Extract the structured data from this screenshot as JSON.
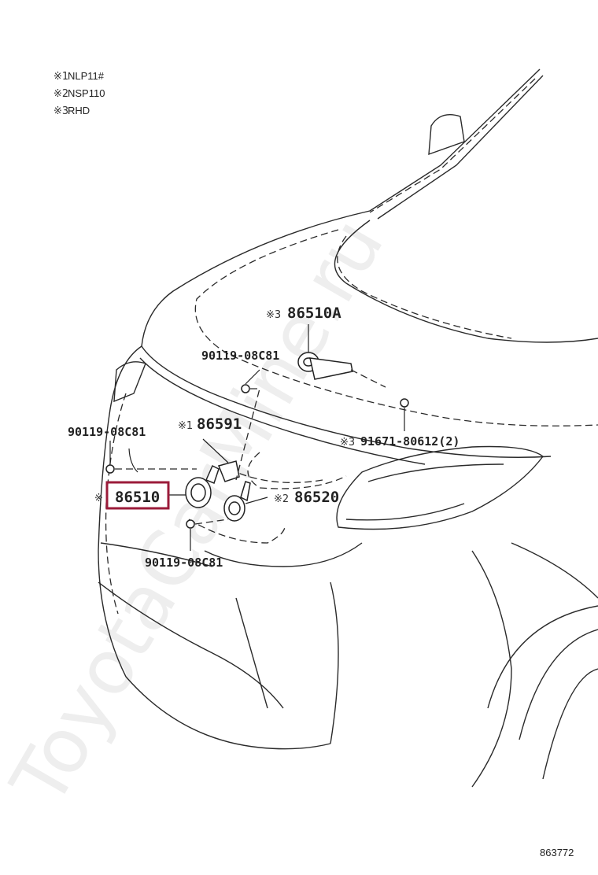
{
  "legend": [
    {
      "mark": "※1",
      "text": "NLP11#"
    },
    {
      "mark": "※2",
      "text": "NSP110"
    },
    {
      "mark": "※3",
      "text": "RHD"
    }
  ],
  "callouts": {
    "p86510a": {
      "mark": "※3",
      "code": "86510A"
    },
    "p90119_top": {
      "code": "90119-08C81"
    },
    "p90119_left": {
      "code": "90119-08C81"
    },
    "p86591": {
      "mark": "※1",
      "code": "86591"
    },
    "p91671": {
      "mark": "※3",
      "code": "91671-80612(2)"
    },
    "p86510": {
      "mark": "※",
      "code": "86510"
    },
    "p86520": {
      "mark": "※2",
      "code": "86520"
    },
    "p90119_bottom": {
      "code": "90119-08C81"
    }
  },
  "figure_id": "863772",
  "watermark": "ToyotaCarMine.ru",
  "colors": {
    "highlight": "#9b1b3a",
    "line": "#2a2a2a",
    "watermark": "#eeeeee"
  }
}
